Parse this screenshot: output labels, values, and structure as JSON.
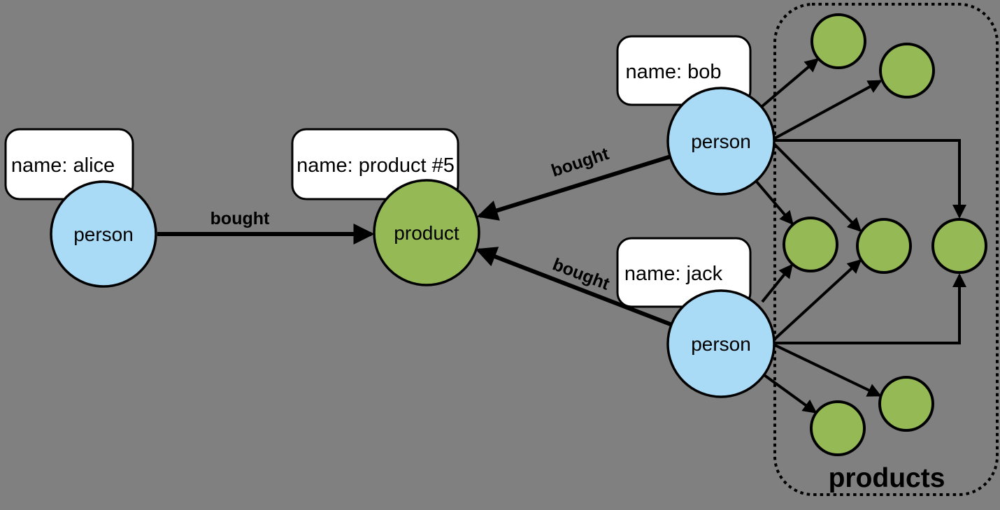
{
  "diagram": {
    "background_color": "#808080",
    "person_fill": "#A9DBF7",
    "product_fill": "#94B955",
    "outline_color": "#000000",
    "group": {
      "label": "products"
    },
    "nodes": {
      "alice": {
        "label": "person",
        "note": "name: alice"
      },
      "bob": {
        "label": "person",
        "note": "name: bob"
      },
      "jack": {
        "label": "person",
        "note": "name: jack"
      },
      "product5": {
        "label": "product",
        "note": "name: product #5"
      }
    },
    "edges": {
      "alice_bought": {
        "label": "bought"
      },
      "bob_bought": {
        "label": "bought"
      },
      "jack_bought": {
        "label": "bought"
      }
    }
  }
}
